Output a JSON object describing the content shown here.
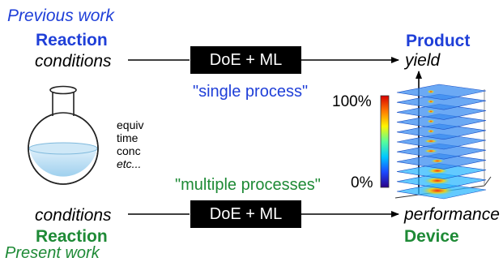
{
  "colors": {
    "blue": "#1f3fd8",
    "green": "#1e8a36",
    "box": "#000000",
    "cmap": [
      "#2a0087",
      "#1c49ff",
      "#00c8ff",
      "#58ff9a",
      "#fff500",
      "#ff7a00",
      "#d80000"
    ]
  },
  "top": {
    "section_label": "Previous work",
    "input_title": "Reaction",
    "input_sub": "conditions",
    "method_box": "DoE + ML",
    "process_note": "\"single process\"",
    "output_title": "Product",
    "output_sub": "yield"
  },
  "flask": {
    "icon": "round-bottom-flask-icon",
    "params": [
      "equiv",
      "time",
      "conc",
      "etc..."
    ]
  },
  "colorbar": {
    "max_label": "100%",
    "min_label": "0%"
  },
  "bottom": {
    "process_note": "\"multiple processes\"",
    "input_sub": "conditions",
    "method_box": "DoE + ML",
    "output_sub": "performance",
    "input_title": "Reaction",
    "output_title": "Device",
    "section_label": "Present work"
  }
}
